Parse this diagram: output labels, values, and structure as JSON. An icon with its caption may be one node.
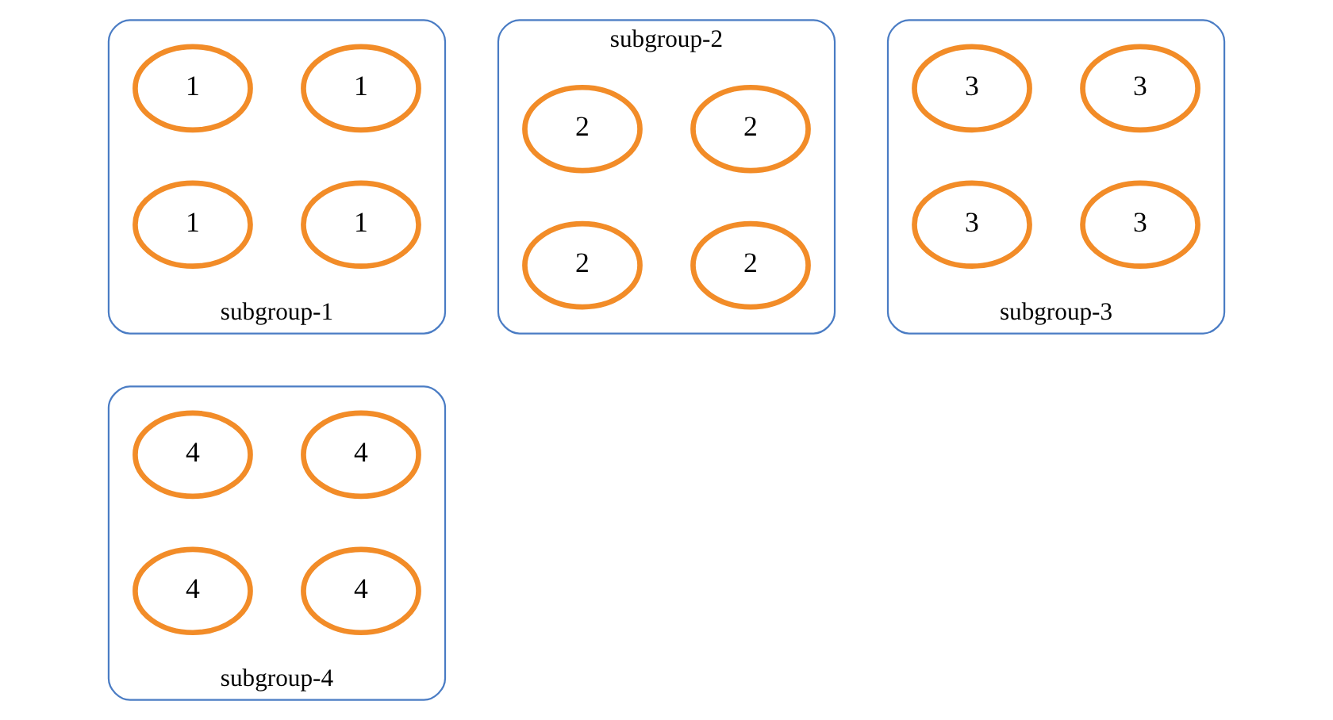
{
  "diagram": {
    "nodes": [
      {
        "text": [
          "subgroup-1"
        ]
      },
      {
        "text": [
          "1"
        ],
        "in": 0
      },
      {
        "text": [
          "1"
        ],
        "in": 0
      },
      {
        "text": [
          "1"
        ],
        "in": 0
      },
      {
        "text": [
          "1"
        ],
        "in": 0
      },
      {
        "text": [
          "subgroup-2"
        ]
      },
      {
        "text": [
          "2"
        ],
        "in": 5
      },
      {
        "text": [
          "2"
        ],
        "in": 5
      },
      {
        "text": [
          "2"
        ],
        "in": 5
      },
      {
        "text": [
          "2"
        ],
        "in": 5
      },
      {
        "text": [
          "subgroup-3"
        ]
      },
      {
        "text": [
          "3"
        ],
        "in": 10
      },
      {
        "text": [
          "3"
        ],
        "in": 10
      },
      {
        "text": [
          "3"
        ],
        "in": 10
      },
      {
        "text": [
          "3"
        ],
        "in": 10
      },
      {
        "text": [
          "subgroup-4"
        ]
      },
      {
        "text": [
          "4"
        ],
        "in": 15
      },
      {
        "text": [
          "4"
        ],
        "in": 15
      },
      {
        "text": [
          "4"
        ],
        "in": 15
      },
      {
        "text": [
          "4"
        ],
        "in": 15
      }
    ],
    "edges": []
  }
}
